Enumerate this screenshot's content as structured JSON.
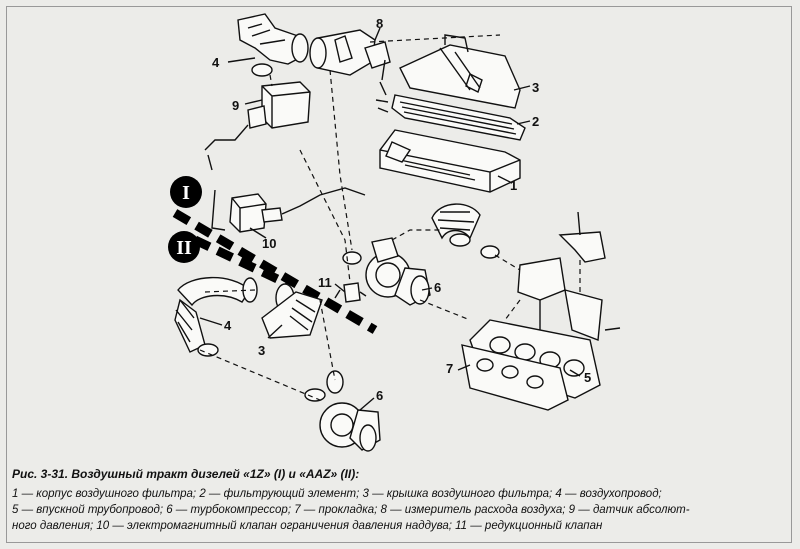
{
  "figure": {
    "caption_title": "Рис. 3-31. Воздушный тракт дизелей «1Z» (I) и «AAZ» (II):",
    "legend_lines": [
      "1 — корпус воздушного фильтра; 2 — фильтрующий элемент; 3 — крышка воздушного фильтра; 4 — воздухопровод;",
      "5 — впускной трубопровод; 6 — турбокомпрессор; 7 — прокладка; 8 — измеритель расхода воздуха; 9 — датчик абсолют-",
      "ного давления; 10 — электромагнитный клапан ограничения давления наддува; 11 — редукционный клапан"
    ]
  },
  "markers": {
    "engine_1": "I",
    "engine_2": "II"
  },
  "callouts": {
    "n1": "1",
    "n2": "2",
    "n3_top": "3",
    "n3_bottom": "3",
    "n4_top": "4",
    "n4_bottom": "4",
    "n5": "5",
    "n6_upper": "6",
    "n6_lower": "6",
    "n7": "7",
    "n8": "8",
    "n9": "9",
    "n10": "10",
    "n11": "11"
  }
}
